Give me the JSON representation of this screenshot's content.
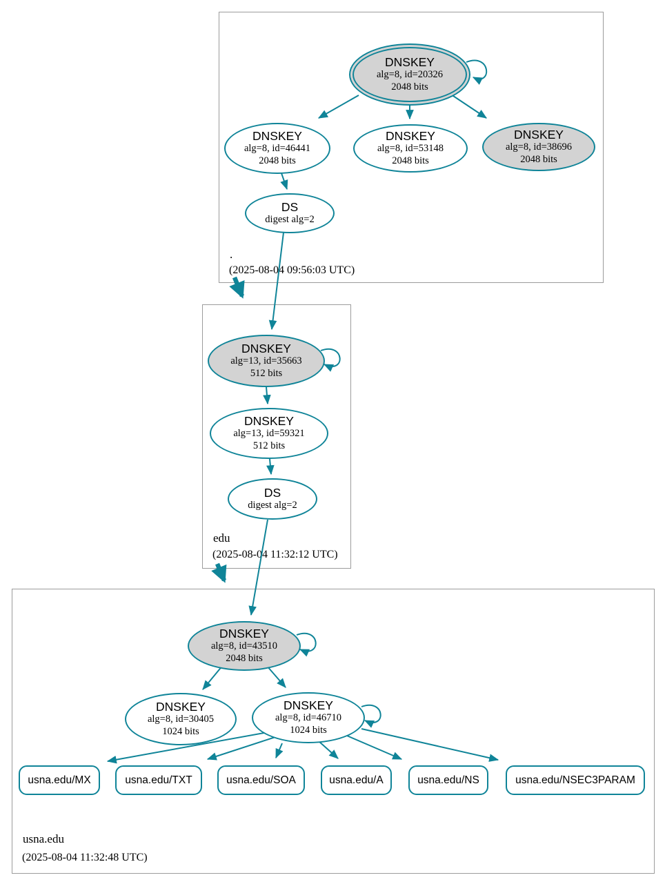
{
  "colors": {
    "edge_and_node_border": "#0f8498",
    "ksk_node_fill": "#d3d3d3",
    "zone_box_border": "#9b9b9b"
  },
  "zones": [
    {
      "name": ".",
      "timestamp": "(2025-08-04 09:56:03 UTC)",
      "nodes": [
        {
          "type": "DNSKEY",
          "line1": "alg=8, id=20326",
          "line2": "2048 bits"
        },
        {
          "type": "DNSKEY",
          "line1": "alg=8, id=46441",
          "line2": "2048 bits"
        },
        {
          "type": "DNSKEY",
          "line1": "alg=8, id=53148",
          "line2": "2048 bits"
        },
        {
          "type": "DNSKEY",
          "line1": "alg=8, id=38696",
          "line2": "2048 bits"
        },
        {
          "type": "DS",
          "line1": "digest alg=2"
        }
      ]
    },
    {
      "name": "edu",
      "timestamp": "(2025-08-04 11:32:12 UTC)",
      "nodes": [
        {
          "type": "DNSKEY",
          "line1": "alg=13, id=35663",
          "line2": "512 bits"
        },
        {
          "type": "DNSKEY",
          "line1": "alg=13, id=59321",
          "line2": "512 bits"
        },
        {
          "type": "DS",
          "line1": "digest alg=2"
        }
      ]
    },
    {
      "name": "usna.edu",
      "timestamp": "(2025-08-04 11:32:48 UTC)",
      "nodes": [
        {
          "type": "DNSKEY",
          "line1": "alg=8, id=43510",
          "line2": "2048 bits"
        },
        {
          "type": "DNSKEY",
          "line1": "alg=8, id=30405",
          "line2": "1024 bits"
        },
        {
          "type": "DNSKEY",
          "line1": "alg=8, id=46710",
          "line2": "1024 bits"
        }
      ],
      "rrsets": [
        "usna.edu/MX",
        "usna.edu/TXT",
        "usna.edu/SOA",
        "usna.edu/A",
        "usna.edu/NS",
        "usna.edu/NSEC3PARAM"
      ]
    }
  ]
}
